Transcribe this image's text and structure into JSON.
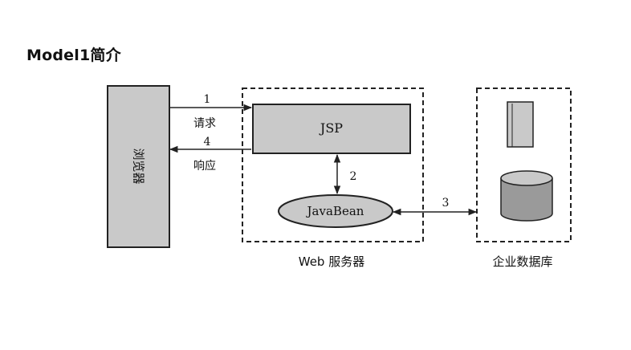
{
  "page": {
    "title": "Model1简介"
  },
  "diagram": {
    "browser_label": "浏览器",
    "jsp_label": "JSP",
    "javabean_label": "JavaBean",
    "web_server_label": "Web 服务器",
    "database_label": "企业数据库",
    "arrows": {
      "request": {
        "number": "1",
        "text": "请求"
      },
      "response": {
        "number": "4",
        "text": "响应"
      },
      "jsp_bean": {
        "number": "2"
      },
      "bean_db": {
        "number": "3"
      }
    }
  },
  "colors": {
    "box_fill": "#c9c9c9",
    "stroke": "#222222",
    "background": "#ffffff"
  }
}
